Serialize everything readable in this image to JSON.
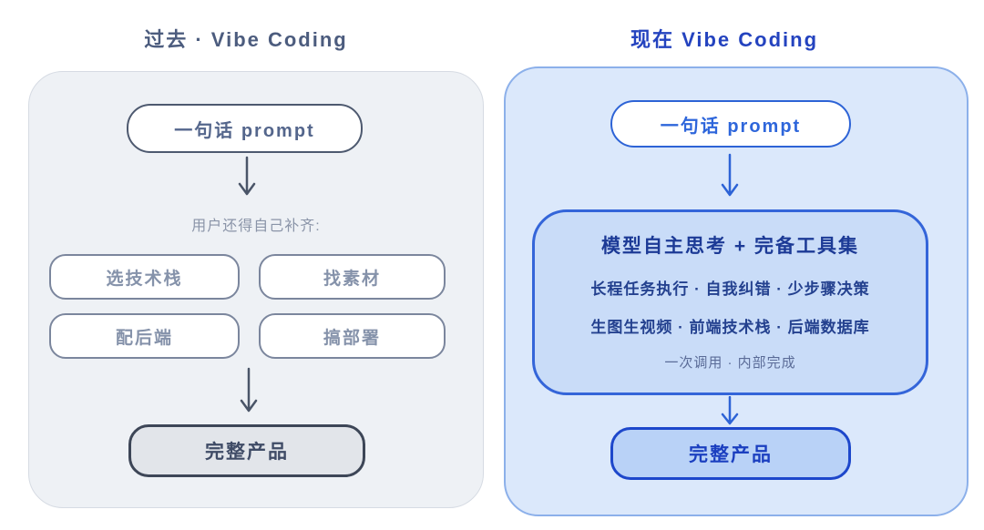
{
  "past": {
    "title": "过去 · Vibe Coding",
    "prompt_box": "一句话 prompt",
    "note": "用户还得自己补齐:",
    "tasks": [
      "选技术栈",
      "找素材",
      "配后端",
      "搞部署"
    ],
    "result": "完整产品"
  },
  "now": {
    "title": "现在 Vibe Coding",
    "prompt_box": "一句话 prompt",
    "engine": {
      "heading": "模型自主思考 + 完备工具集",
      "line1": "长程任务执行 · 自我纠错 · 少步骤决策",
      "line2": "生图生视频 · 前端技术栈 · 后端数据库",
      "line3": "一次调用 · 内部完成"
    },
    "result": "完整产品"
  },
  "colors": {
    "past_panel_bg": "#eef1f5",
    "past_panel_border": "#d6dbe3",
    "past_title": "#4c5c7e",
    "past_box_border": "#4d596f",
    "past_arrow": "#4a5568",
    "past_result_bg": "#e2e5ea",
    "now_panel_bg": "#dbe8fb",
    "now_panel_border": "#8cb0ea",
    "now_title": "#2443bf",
    "now_accent": "#2d63d6",
    "now_engine_bg": "#c9dcf8",
    "now_engine_border": "#3465d9",
    "now_result_bg": "#b9d2f7",
    "now_result_border": "#1d47cb"
  }
}
